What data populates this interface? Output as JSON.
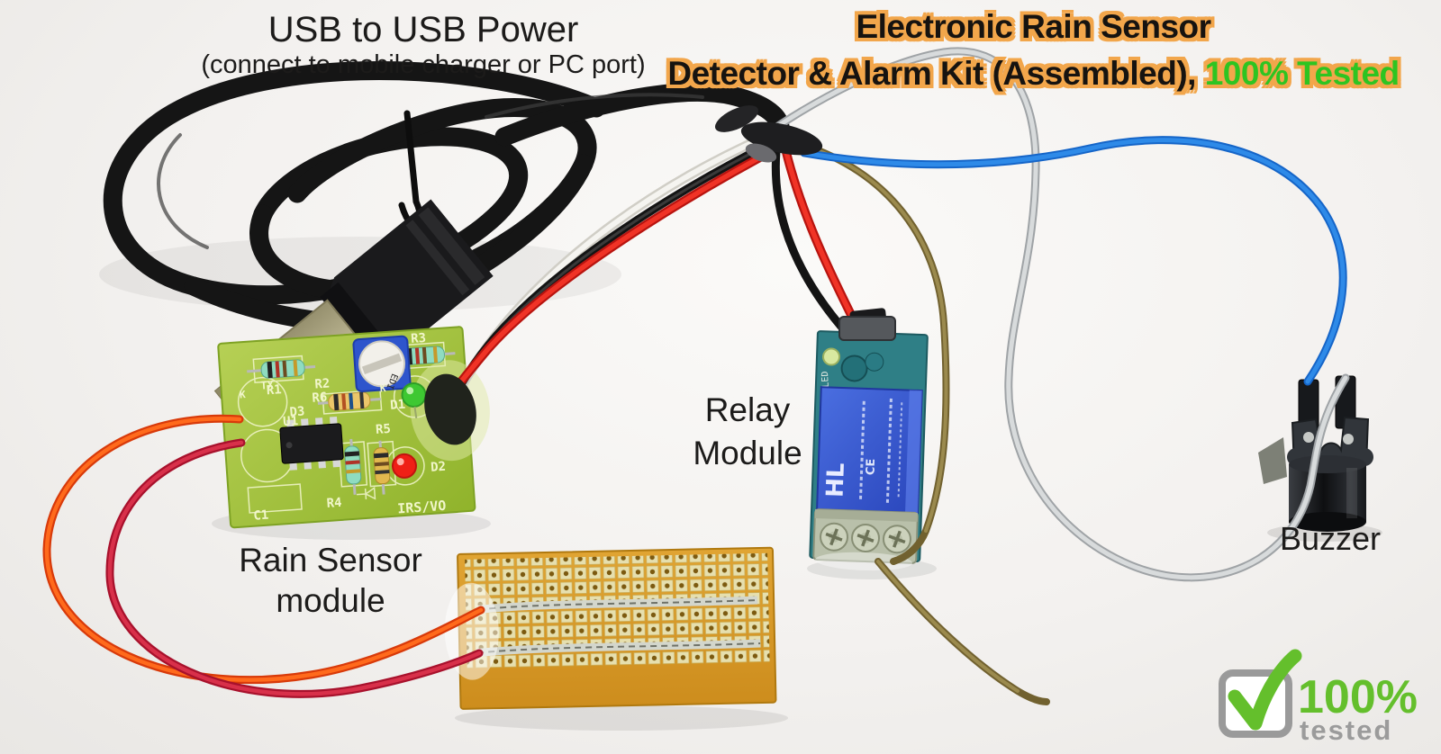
{
  "title": {
    "line1": "Electronic Rain Sensor",
    "line2_black": "Detector & Alarm Kit (Assembled), ",
    "line2_green": "100% Tested"
  },
  "usb_note": {
    "line1": "USB to USB Power",
    "line2": "(connect to mobile charger or PC port)"
  },
  "part_labels": {
    "rain_sensor_line1": "Rain Sensor",
    "rain_sensor_line2": "module",
    "relay_line1": "Relay",
    "relay_line2": "Module",
    "buzzer": "Buzzer"
  },
  "badge": {
    "percent": "100%",
    "caption": "tested"
  },
  "rain_sensor_board": {
    "silkscreen": [
      "R1",
      "R2",
      "R6",
      "R3",
      "D3",
      "U1",
      "D1",
      "R5",
      "R4",
      "D2",
      "C1",
      "TX",
      "K",
      "K",
      "IRS/VO"
    ],
    "pot_marking": "EDI"
  },
  "relay_board": {
    "brand": "HL",
    "ce_mark": "CE",
    "led_label": "LED"
  },
  "colors": {
    "title_outline": "#f2a64b",
    "title_green": "#2ec421",
    "badge_green": "#64bf2c",
    "badge_gray": "#9b9b9b",
    "pcb_green": "#a6c33d",
    "perfboard_amber": "#d9992b",
    "relay_blue": "#3c5fd8",
    "wire_red": "#e3231d",
    "wire_blue": "#1e7de0",
    "wire_khaki": "#8d7b40",
    "wire_gray": "#c0c4c6"
  }
}
